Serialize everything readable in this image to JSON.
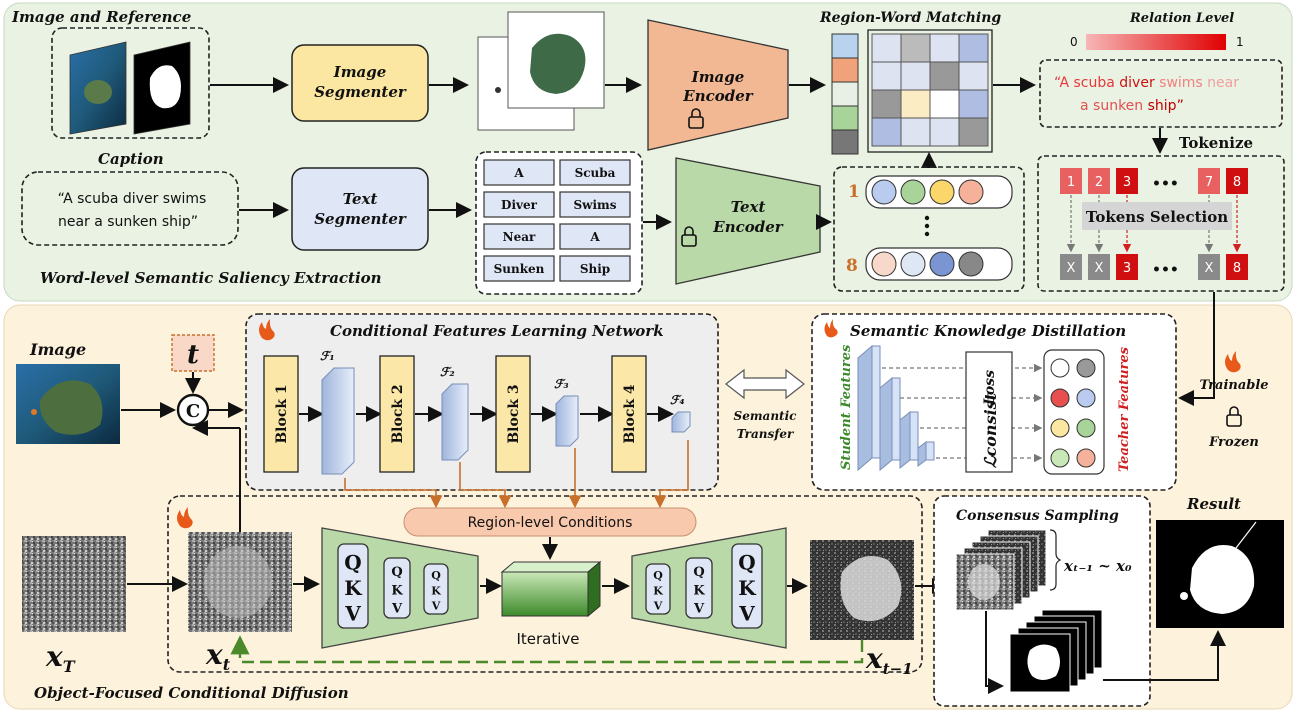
{
  "top": {
    "image_and_reference": "Image and Reference",
    "caption_label": "Caption",
    "caption_text_line1": "“A scuba diver swims",
    "caption_text_line2": "near a sunken ship”",
    "image_segmenter_line1": "Image",
    "image_segmenter_line2": "Segmenter",
    "text_segmenter_line1": "Text",
    "text_segmenter_line2": "Segmenter",
    "image_encoder_line1": "Image",
    "image_encoder_line2": "Encoder",
    "text_encoder_line1": "Text",
    "text_encoder_line2": "Encoder",
    "region_word_matching": "Region-Word Matching",
    "relation_level": "Relation Level",
    "relation_min": "0",
    "relation_max": "1",
    "tokenize": "Tokenize",
    "tokens_selection": "Tokens Selection",
    "word_level_title": "Word-level Semantic Saliency Extraction",
    "words": [
      "A",
      "Scuba",
      "Diver",
      "Swims",
      "Near",
      "A",
      "Sunken",
      "Ship"
    ],
    "embed_index_top": "1",
    "embed_index_bottom": "8",
    "quote_words": [
      {
        "text": "“A scuba ",
        "color": "#e8363a"
      },
      {
        "text": "diver",
        "color": "#cc1111"
      },
      {
        "text": " swims",
        "color": "#f08080"
      },
      {
        "text": " near",
        "color": "#f0a0a0"
      }
    ],
    "quote_words_line2": [
      {
        "text": "a sunken ",
        "color": "#e05050"
      },
      {
        "text": "ship",
        "color": "#c00000"
      },
      {
        "text": "”",
        "color": "#c00000"
      }
    ],
    "token_row1": [
      "1",
      "2",
      "3",
      "•••",
      "7",
      "8"
    ],
    "token_row2": [
      "X",
      "X",
      "3",
      "•••",
      "X",
      "8"
    ]
  },
  "bottom": {
    "image_label": "Image",
    "t_label": "t",
    "concat_symbol": "C",
    "cfl_title": "Conditional Features Learning Network",
    "blocks": [
      "Block 1",
      "Block 2",
      "Block 3",
      "Block 4"
    ],
    "features": [
      "ℱ₁",
      "ℱ₂",
      "ℱ₃",
      "ℱ₄"
    ],
    "semantic_transfer_line1": "Semantic",
    "semantic_transfer_line2": "Transfer",
    "skd_title": "Semantic Knowledge Distillation",
    "student_features": "Student Features",
    "teacher_features": "Teacher Features",
    "loss_label": "Loss",
    "consist_label": "ℒconsist",
    "trainable_label": "Trainable",
    "frozen_label": "Frozen",
    "region_conditions": "Region-level Conditions",
    "iterative": "Iterative",
    "qkv": "QKV",
    "x_T": "x",
    "x_T_sub": "T",
    "x_t": "x",
    "x_t_sub": "t",
    "x_t1": "x",
    "x_t1_sub": "t−1",
    "consensus_title": "Consensus Sampling",
    "consensus_range": "xₜ₋₁ ~ x₀",
    "result_label": "Result",
    "ofcd_title": "Object-Focused Conditional Diffusion"
  },
  "colors": {
    "top_bg": "#eaf3e3",
    "bottom_bg": "#fdf2dc",
    "image_seg": "#fbe7a1",
    "text_seg": "#dfe6f5",
    "image_enc": "#f2b894",
    "text_enc": "#b9d9a8",
    "block": "#fbe7a8",
    "token_red": "#e03a3a",
    "token_grey": "#8a8a8a"
  }
}
